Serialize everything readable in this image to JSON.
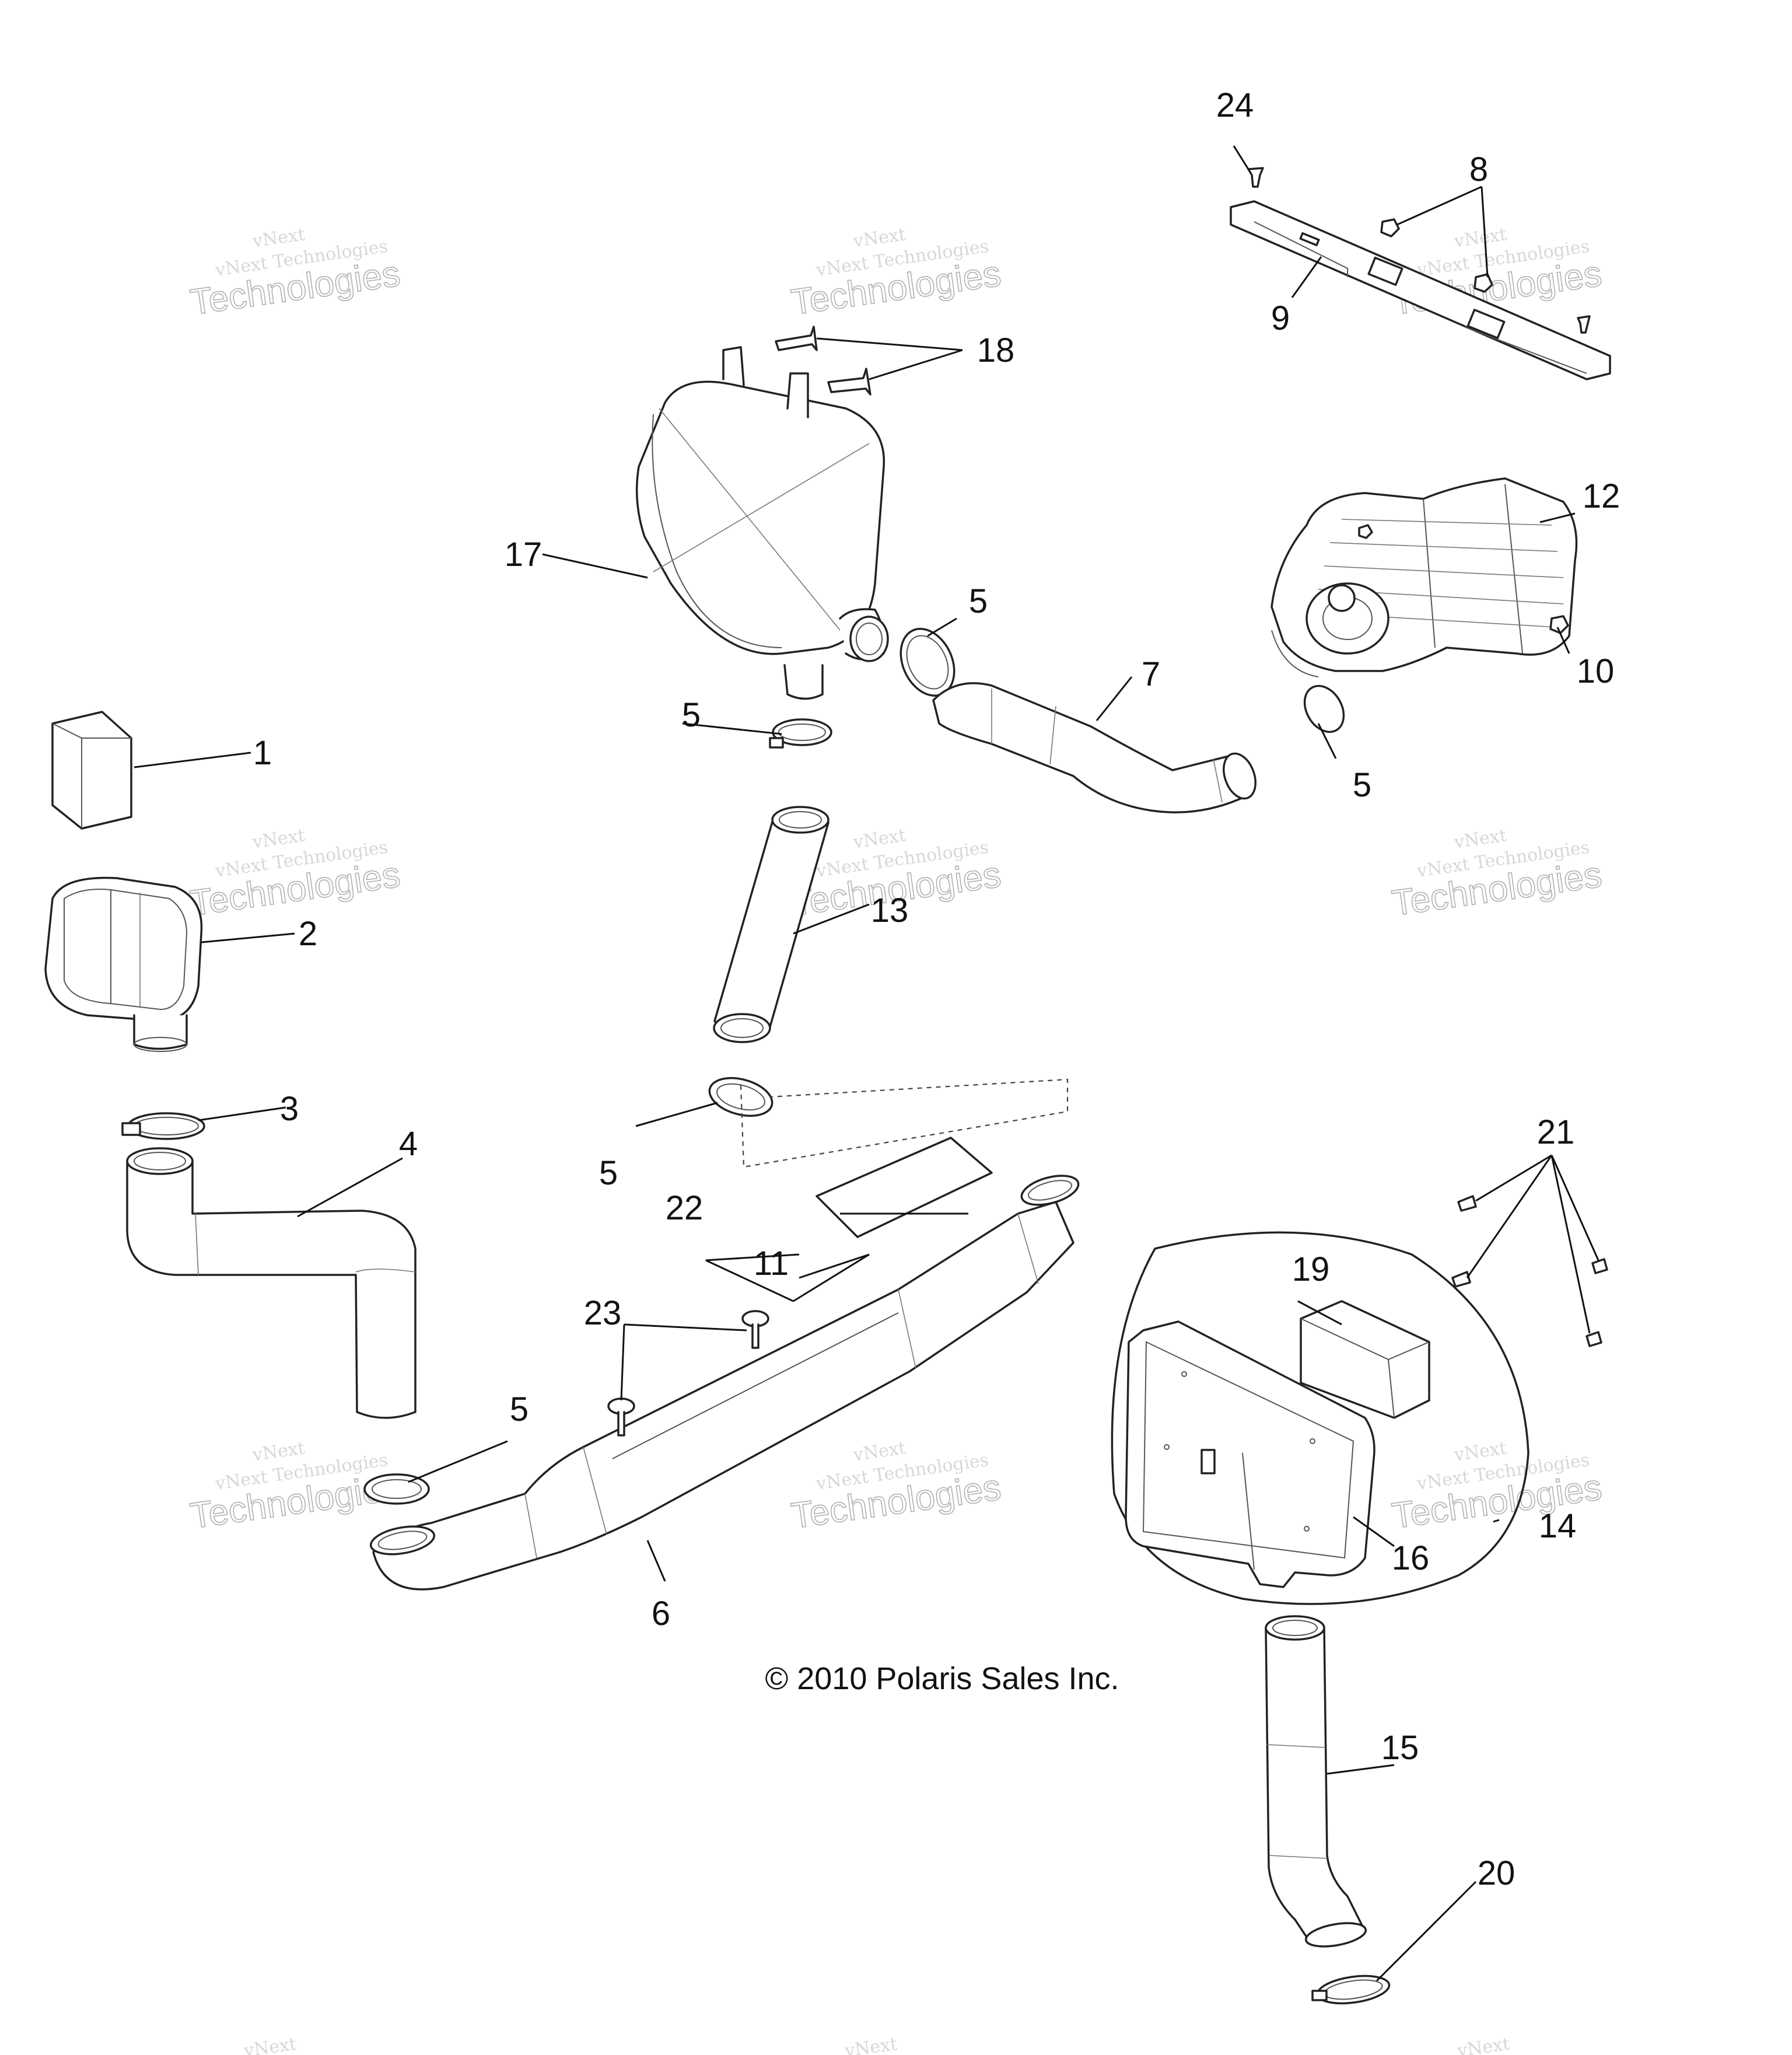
{
  "watermark": {
    "line1": "vNext",
    "line2": "vNext Technologies",
    "line3": "Technologies"
  },
  "copyright": "© 2010 Polaris Sales Inc.",
  "callouts": [
    "1",
    "2",
    "3",
    "4",
    "5",
    "5",
    "5",
    "5",
    "5",
    "6",
    "7",
    "8",
    "9",
    "10",
    "11",
    "12",
    "13",
    "14",
    "15",
    "16",
    "17",
    "18",
    "19",
    "20",
    "21",
    "22",
    "23",
    "24"
  ]
}
